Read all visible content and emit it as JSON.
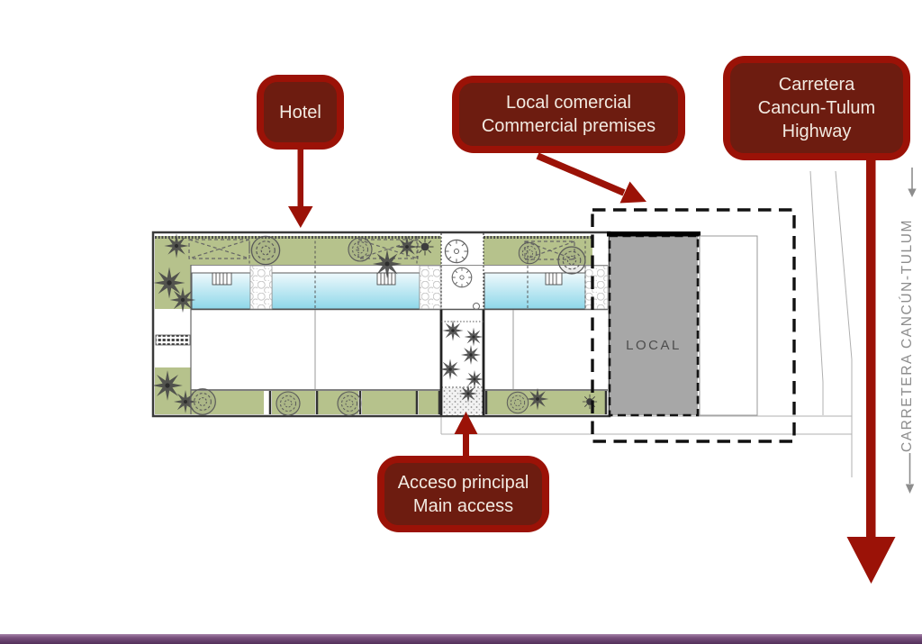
{
  "colors": {
    "accent-red": "#9b1207",
    "callout-inner": "#6d1c10",
    "callout-text": "#f2eae1",
    "plan-green": "#b6c28c",
    "pool-light": "#eef9fc",
    "pool-dark": "#8ed7e9",
    "local-gray": "#a7a7a7",
    "road-gray": "#8d8d8d",
    "footer-purple-light": "#a584a8",
    "footer-purple-dark": "#53305a"
  },
  "callouts": {
    "hotel": {
      "label": "Hotel"
    },
    "commercial": {
      "line1": "Local comercial",
      "line2": "Commercial premises"
    },
    "highway": {
      "line1": "Carretera",
      "line2": "Cancun-Tulum",
      "line3": "Highway"
    },
    "access": {
      "line1": "Acceso principal",
      "line2": "Main access"
    }
  },
  "plan": {
    "local_label": "LOCAL",
    "road_label": "CARRETERA CANCÚN-TULUM"
  }
}
